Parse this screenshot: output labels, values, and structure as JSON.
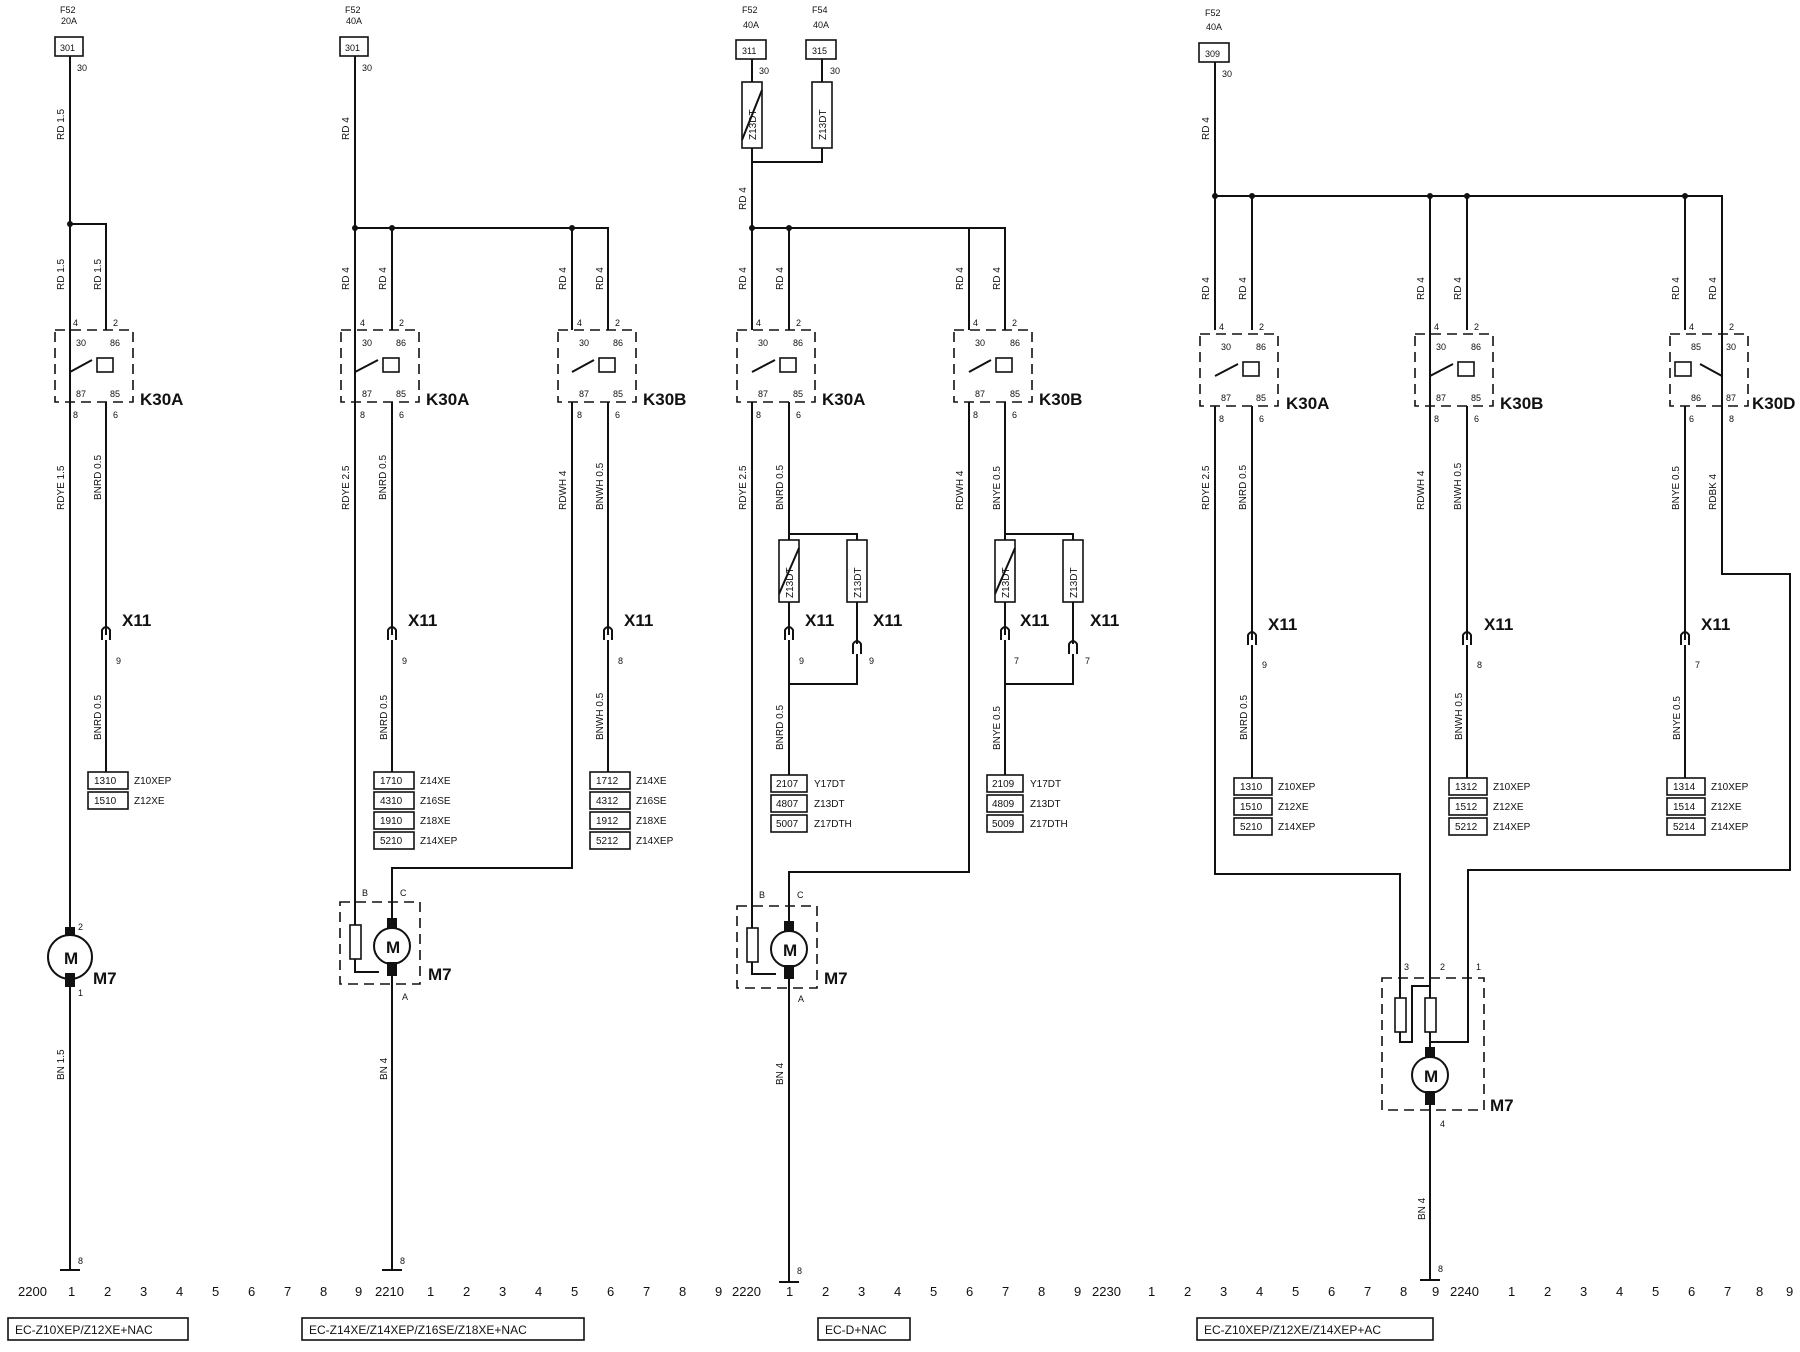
{
  "diagram": {
    "panels": [
      {
        "caption": "EC-Z10XEP/Z12XE+NAC",
        "fuses": [
          {
            "name": "F52",
            "rating": "20A",
            "code": "301",
            "terminal": "30"
          }
        ],
        "supply_wire": "RD 1.5",
        "relays": [
          {
            "name": "K30A",
            "pins": {
              "top_left": "4",
              "top_right": "2",
              "in_l": "30",
              "in_r": "86",
              "out_l": "87",
              "out_r": "85",
              "bot_l": "8",
              "bot_r": "6"
            },
            "wire_in_l": "RD 1.5",
            "wire_in_r": "RD 1.5",
            "wire_out_l": "RDYE 1.5",
            "wire_out_r": "BNRD 0.5",
            "connector": "X11",
            "connector_pin": "9",
            "wire_after": "BNRD 0.5",
            "codes": [
              [
                "1310",
                "Z10XEP"
              ],
              [
                "1510",
                "Z12XE"
              ]
            ]
          }
        ],
        "motor": {
          "name": "M7",
          "symbol": "M",
          "pins": {
            "top": "2",
            "bottom": "1"
          }
        },
        "ground_wire": "BN 1.5",
        "ground_pin": "8"
      },
      {
        "caption": "EC-Z14XE/Z14XEP/Z16SE/Z18XE+NAC",
        "fuses": [
          {
            "name": "F52",
            "rating": "40A",
            "code": "301",
            "terminal": "30"
          }
        ],
        "supply_wire": "RD 4",
        "relays": [
          {
            "name": "K30A",
            "pins": {
              "top_left": "4",
              "top_right": "2",
              "in_l": "30",
              "in_r": "86",
              "out_l": "87",
              "out_r": "85",
              "bot_l": "8",
              "bot_r": "6"
            },
            "wire_in_l": "RD 4",
            "wire_in_r": "RD 4",
            "wire_out_l": "RDYE 2.5",
            "wire_out_r": "BNRD 0.5",
            "connector": "X11",
            "connector_pin": "9",
            "wire_after": "BNRD 0.5",
            "codes": [
              [
                "1710",
                "Z14XE"
              ],
              [
                "4310",
                "Z16SE"
              ],
              [
                "1910",
                "Z18XE"
              ],
              [
                "5210",
                "Z14XEP"
              ]
            ]
          },
          {
            "name": "K30B",
            "pins": {
              "top_left": "4",
              "top_right": "2",
              "in_l": "30",
              "in_r": "86",
              "out_l": "87",
              "out_r": "85",
              "bot_l": "8",
              "bot_r": "6"
            },
            "wire_in_l": "RD 4",
            "wire_in_r": "RD 4",
            "wire_out_l": "RDWH 4",
            "wire_out_r": "BNWH 0.5",
            "connector": "X11",
            "connector_pin": "8",
            "wire_after": "BNWH 0.5",
            "codes": [
              [
                "1712",
                "Z14XE"
              ],
              [
                "4312",
                "Z16SE"
              ],
              [
                "1912",
                "Z18XE"
              ],
              [
                "5212",
                "Z14XEP"
              ]
            ]
          }
        ],
        "motor": {
          "name": "M7",
          "symbol": "M",
          "pins": {
            "b": "B",
            "c": "C",
            "a": "A"
          }
        },
        "ground_wire": "BN 4",
        "ground_pin": "8"
      },
      {
        "caption": "EC-D+NAC",
        "fuses": [
          {
            "name": "F52",
            "rating": "40A",
            "code": "311",
            "terminal": "30",
            "inline": "Z13DT"
          },
          {
            "name": "F54",
            "rating": "40A",
            "code": "315",
            "terminal": "30",
            "inline": "Z13DT"
          }
        ],
        "supply_wire": "RD 4",
        "relays": [
          {
            "name": "K30A",
            "pins": {
              "top_left": "4",
              "top_right": "2",
              "in_l": "30",
              "in_r": "86",
              "out_l": "87",
              "out_r": "85",
              "bot_l": "8",
              "bot_r": "6"
            },
            "wire_in_l": "RD 4",
            "wire_in_r": "RD 4",
            "wire_out_l": "RDYE 2.5",
            "wire_out_r": "BNRD 0.5",
            "inline_a": "Z13DT",
            "inline_b": "Z13DT",
            "connector": "X11",
            "connector_pin": "9",
            "connector_pin_b": "9",
            "wire_after": "BNRD 0.5",
            "codes": [
              [
                "2107",
                "Y17DT"
              ],
              [
                "4807",
                "Z13DT"
              ],
              [
                "5007",
                "Z17DTH"
              ]
            ]
          },
          {
            "name": "K30B",
            "pins": {
              "top_left": "4",
              "top_right": "2",
              "in_l": "30",
              "in_r": "86",
              "out_l": "87",
              "out_r": "85",
              "bot_l": "8",
              "bot_r": "6"
            },
            "wire_in_l": "RD 4",
            "wire_in_r": "RD 4",
            "wire_out_l": "RDWH 4",
            "wire_out_r": "BNYE 0.5",
            "inline_a": "Z13DT",
            "inline_b": "Z13DT",
            "connector": "X11",
            "connector_pin": "7",
            "connector_pin_b": "7",
            "wire_after": "BNYE 0.5",
            "codes": [
              [
                "2109",
                "Y17DT"
              ],
              [
                "4809",
                "Z13DT"
              ],
              [
                "5009",
                "Z17DTH"
              ]
            ]
          }
        ],
        "motor": {
          "name": "M7",
          "symbol": "M",
          "pins": {
            "b": "B",
            "c": "C",
            "a": "A"
          }
        },
        "ground_wire": "BN 4",
        "ground_pin": "8"
      },
      {
        "caption": "EC-Z10XEP/Z12XE/Z14XEP+AC",
        "fuses": [
          {
            "name": "F52",
            "rating": "40A",
            "code": "309",
            "terminal": "30"
          }
        ],
        "supply_wire": "RD 4",
        "relays": [
          {
            "name": "K30A",
            "pins": {
              "top_left": "4",
              "top_right": "2",
              "in_l": "30",
              "in_r": "86",
              "out_l": "87",
              "out_r": "85",
              "bot_l": "8",
              "bot_r": "6"
            },
            "wire_in_l": "RD 4",
            "wire_in_r": "RD 4",
            "wire_out_l": "RDYE 2.5",
            "wire_out_r": "BNRD 0.5",
            "connector": "X11",
            "connector_pin": "9",
            "wire_after": "BNRD 0.5",
            "codes": [
              [
                "1310",
                "Z10XEP"
              ],
              [
                "1510",
                "Z12XE"
              ],
              [
                "5210",
                "Z14XEP"
              ]
            ]
          },
          {
            "name": "K30B",
            "pins": {
              "top_left": "4",
              "top_right": "2",
              "in_l": "30",
              "in_r": "86",
              "out_l": "87",
              "out_r": "85",
              "bot_l": "8",
              "bot_r": "6"
            },
            "wire_in_l": "RD 4",
            "wire_in_r": "RD 4",
            "wire_out_l": "RDWH 4",
            "wire_out_r": "BNWH 0.5",
            "connector": "X11",
            "connector_pin": "8",
            "wire_after": "BNWH 0.5",
            "codes": [
              [
                "1312",
                "Z10XEP"
              ],
              [
                "1512",
                "Z12XE"
              ],
              [
                "5212",
                "Z14XEP"
              ]
            ]
          },
          {
            "name": "K30D",
            "pins": {
              "top_left": "4",
              "top_right": "2",
              "in_l": "85",
              "in_r": "30",
              "out_l": "86",
              "out_r": "87",
              "bot_l": "6",
              "bot_r": "8"
            },
            "wire_in_l": "RD 4",
            "wire_in_r": "RD 4",
            "wire_out_l": "BNYE 0.5",
            "wire_out_r": "RDBK 4",
            "connector": "X11",
            "connector_pin": "7",
            "wire_after": "BNYE 0.5",
            "codes": [
              [
                "1314",
                "Z10XEP"
              ],
              [
                "1514",
                "Z12XE"
              ],
              [
                "5214",
                "Z14XEP"
              ]
            ]
          }
        ],
        "motor": {
          "name": "M7",
          "symbol": "M",
          "pins": {
            "p3": "3",
            "p2": "2",
            "p1": "1",
            "p4": "4"
          }
        },
        "ground_wire": "BN 4",
        "ground_pin": "8"
      }
    ],
    "ruler": {
      "markers": [
        "2200",
        "2210",
        "2220",
        "2230",
        "2240"
      ],
      "digits": [
        "1",
        "2",
        "3",
        "4",
        "5",
        "6",
        "7",
        "8",
        "9"
      ]
    }
  }
}
